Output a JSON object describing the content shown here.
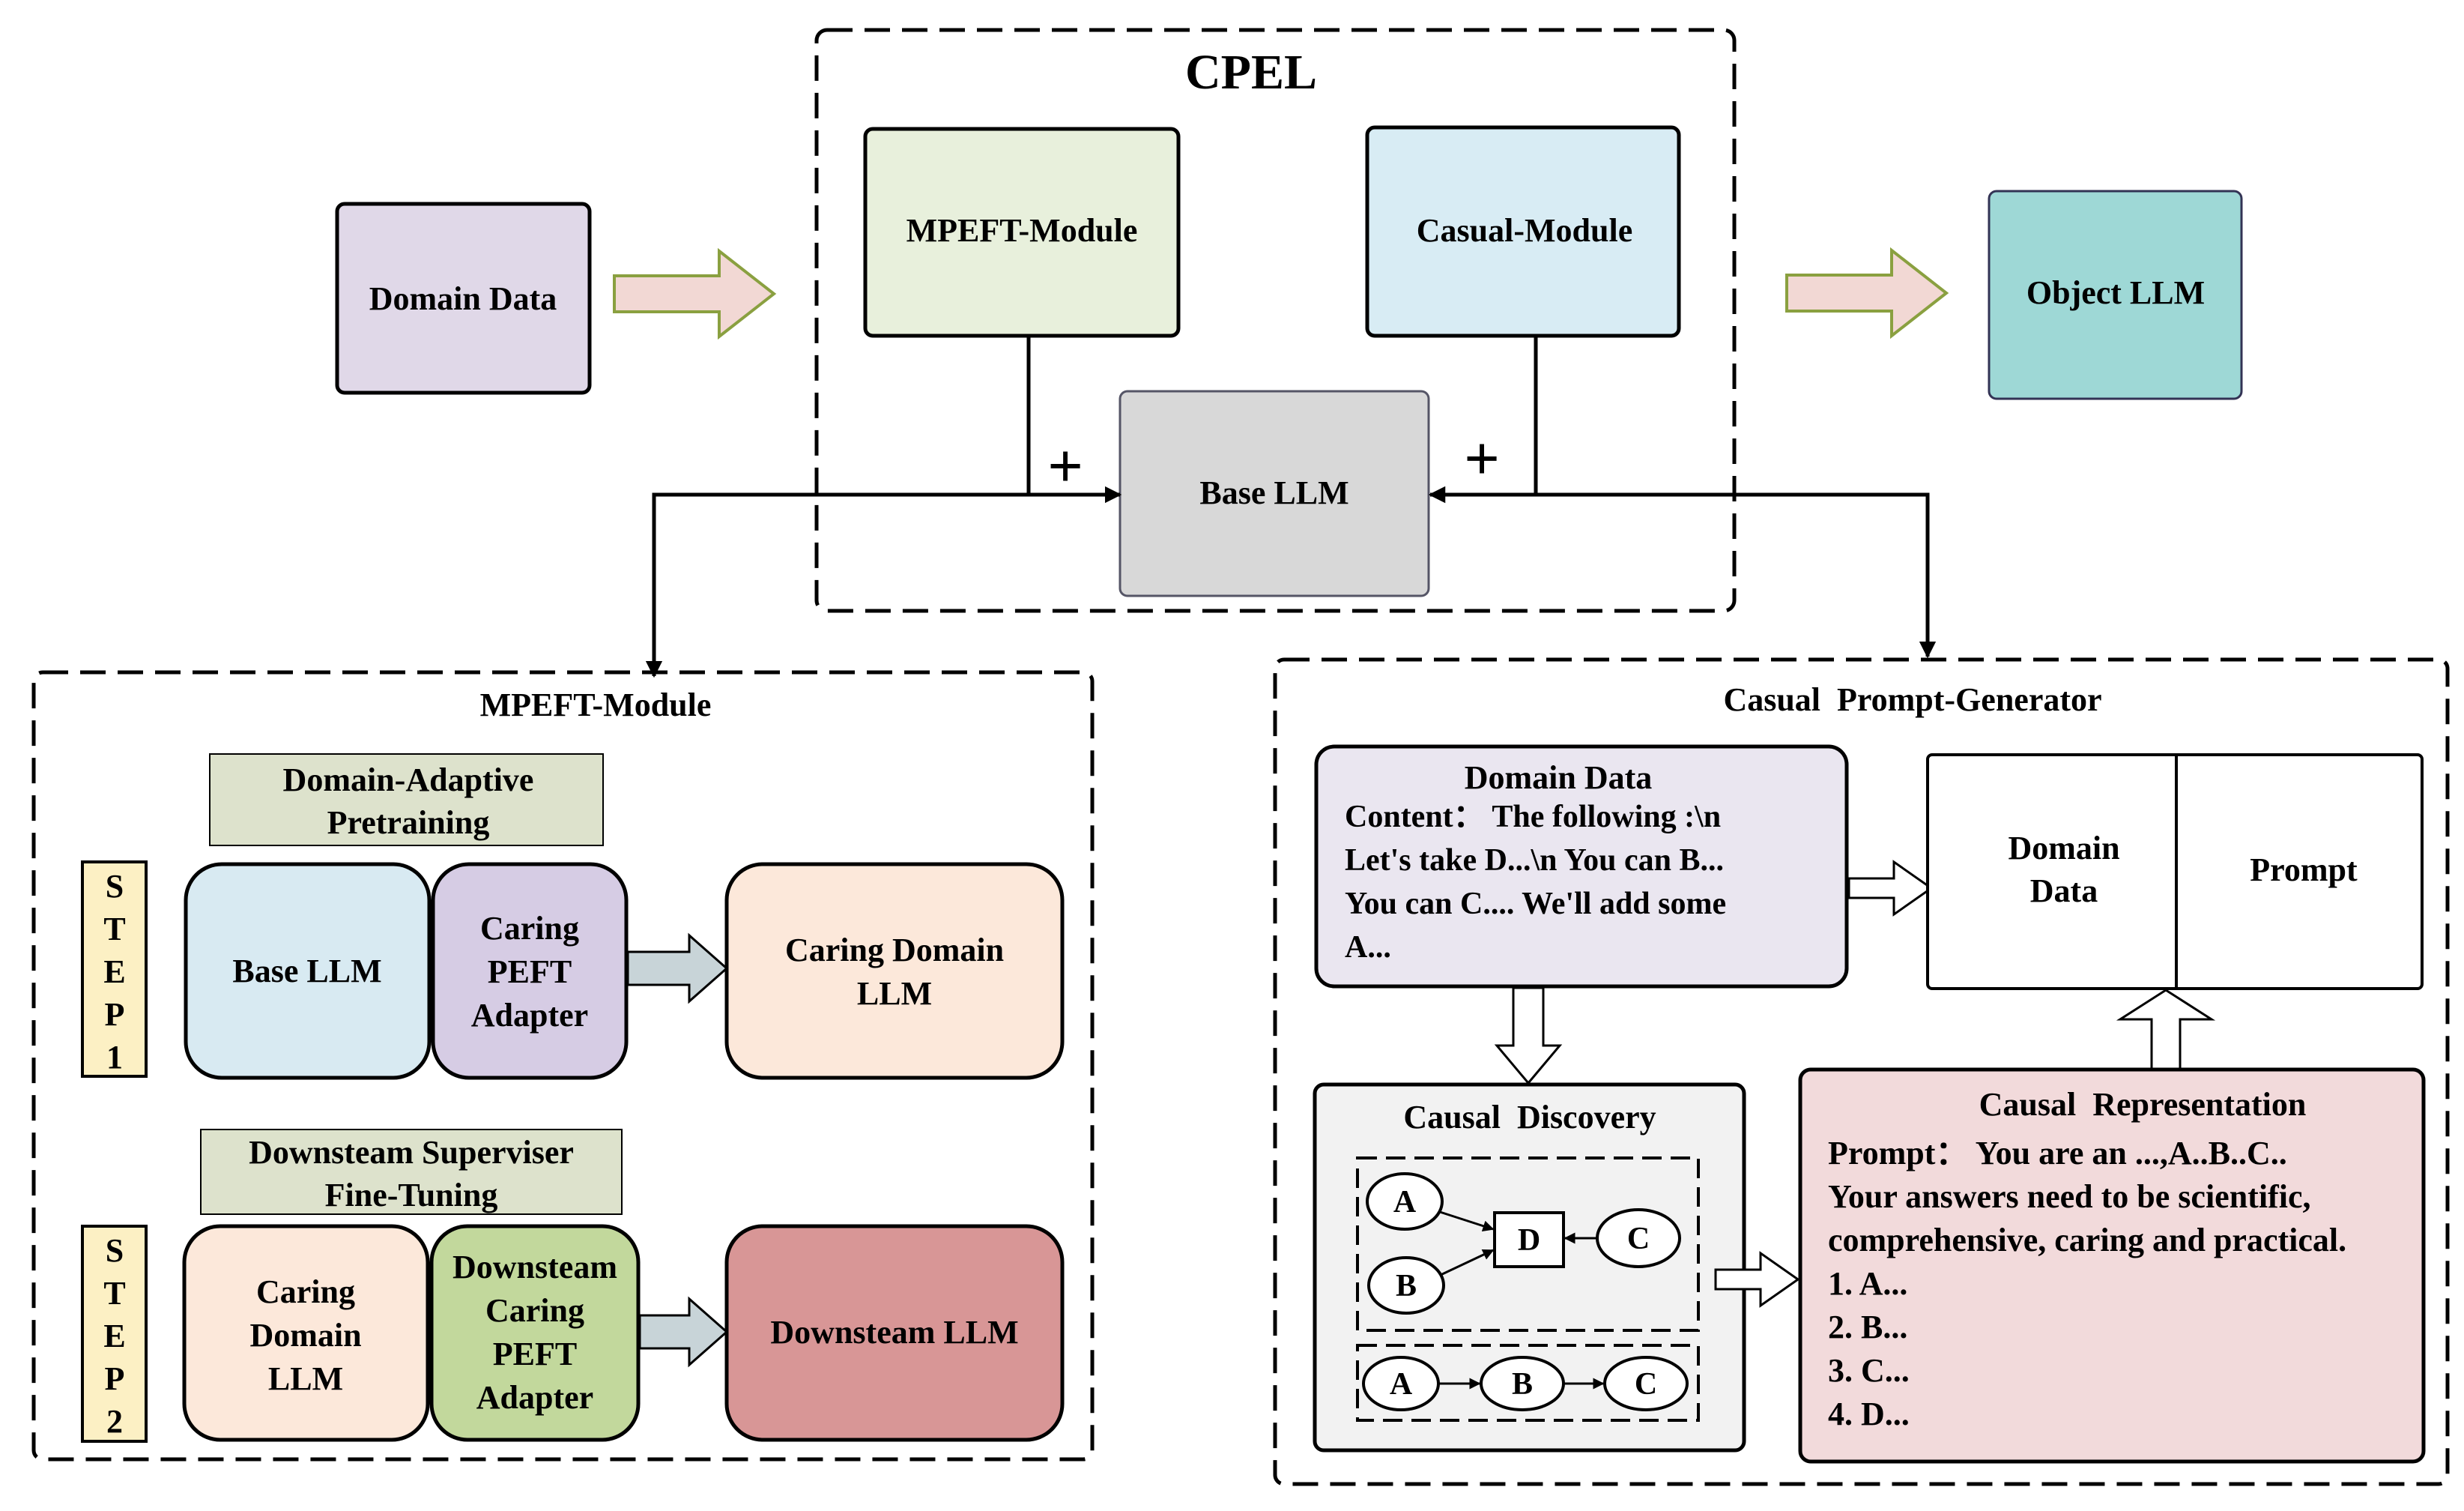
{
  "cpel": {
    "title": "CPEL",
    "mpeft_module": "MPEFT-Module",
    "casual_module": "Casual-Module",
    "base_llm": "Base LLM",
    "plus_left": "+",
    "plus_right": "+"
  },
  "domain_data": "Domain Data",
  "object_llm": "Object LLM",
  "mpeft_panel": {
    "title": "MPEFT-Module",
    "step1": {
      "label": [
        "S",
        "T",
        "E",
        "P",
        "1"
      ],
      "banner": [
        "Domain-Adaptive",
        "Pretraining"
      ],
      "base_llm": "Base LLM",
      "adapter": [
        "Caring",
        "PEFT",
        "Adapter"
      ],
      "output": [
        "Caring Domain",
        "LLM"
      ]
    },
    "step2": {
      "label": [
        "S",
        "T",
        "E",
        "P",
        "2"
      ],
      "banner": [
        "Downsteam Superviser",
        "Fine-Tuning"
      ],
      "input": [
        "Caring",
        "Domain",
        "LLM"
      ],
      "adapter": [
        "Downsteam",
        "Caring",
        "PEFT",
        "Adapter"
      ],
      "output": "Downsteam LLM"
    }
  },
  "casual_panel": {
    "title": "Casual  Prompt-Generator",
    "domain_data": {
      "title": "Domain Data",
      "lines": [
        "Content： The following :\\n",
        "Let's take D...\\n You can B...",
        "You can C.... We'll add some",
        "A..."
      ]
    },
    "output_box": {
      "left": [
        "Domain",
        "Data"
      ],
      "right": "Prompt"
    },
    "causal_discovery": {
      "title": "Causal  Discovery",
      "graph1": {
        "nodes": [
          "A",
          "B",
          "D",
          "C"
        ]
      },
      "graph2": {
        "nodes": [
          "A",
          "B",
          "C"
        ]
      }
    },
    "causal_representation": {
      "title": "Causal  Representation",
      "lines": [
        "Prompt： You are an ...,A..B..C..",
        "Your answers need to be scientific,",
        "comprehensive, caring and practical.",
        "1. A...",
        "2. B...",
        "3. C...",
        "4. D..."
      ]
    }
  },
  "colors": {
    "domain_data_fill": "#e0d8e8",
    "mpeft_fill": "#e8f0dc",
    "casual_fill": "#d8ecf4",
    "object_llm_fill": "#9ed8d6",
    "base_llm_fill": "#d8d8d8",
    "big_arrow_fill": "#f2d8d4",
    "big_arrow_stroke": "#8aa040",
    "banner_fill": "#dde2cc",
    "step_fill": "#fcf0c4",
    "base_llm_small_fill": "#d8eaf2",
    "adapter1_fill": "#d6cce4",
    "caring_domain_fill": "#fce8da",
    "adapter2_fill": "#c2d89c",
    "downsteam_fill": "#d89696",
    "gray_arrow_fill": "#c8d4d8",
    "causal_dd_fill": "#eae6f0",
    "causal_disc_fill": "#f2f2f2",
    "causal_rep_fill": "#f2dadb"
  }
}
